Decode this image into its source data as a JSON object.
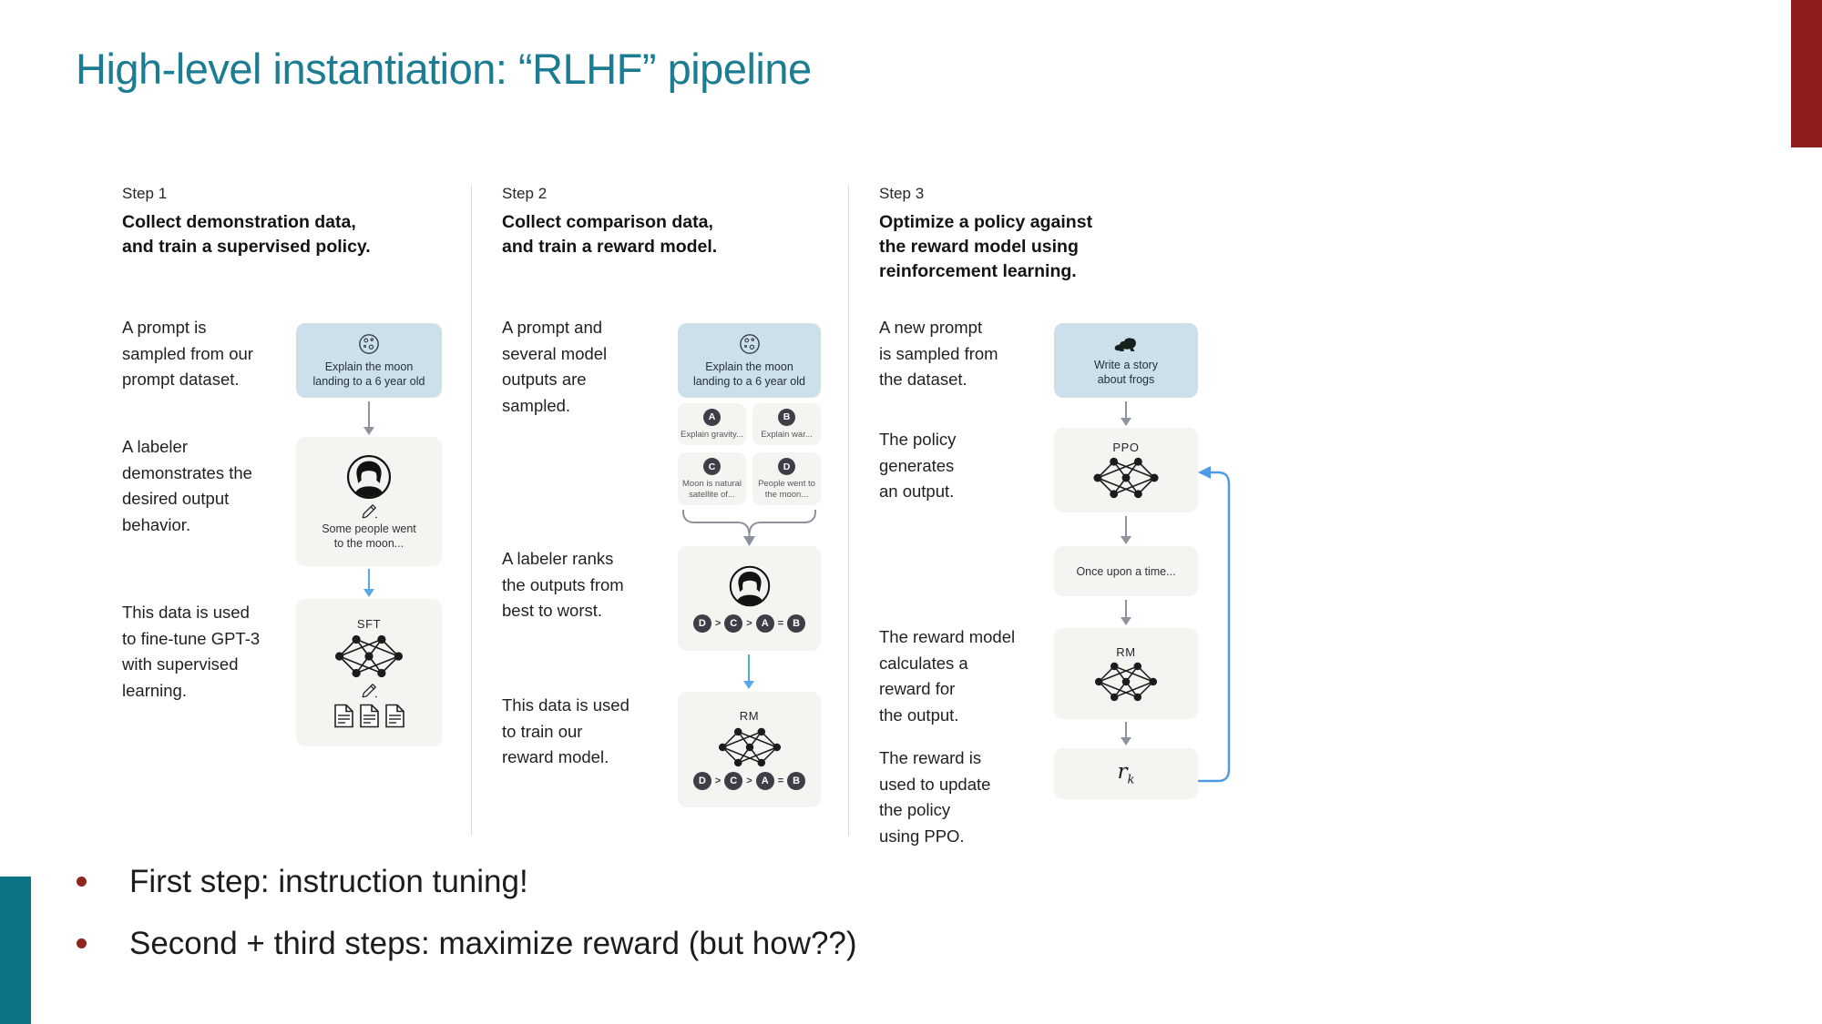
{
  "slide": {
    "title": "High-level instantiation: “RLHF” pipeline",
    "bullets": [
      {
        "text": "First step: instruction tuning!"
      },
      {
        "text": "Second + third steps: maximize reward (but how??)"
      }
    ],
    "accent_teal": "#0b7383",
    "accent_red": "#8f1d1d",
    "title_color": "#1c7d92"
  },
  "figure": {
    "step1": {
      "label": "Step 1",
      "heading": "Collect demonstration data,\nand train a supervised policy.",
      "caption_prompt": "A prompt is\nsampled from our\nprompt dataset.",
      "caption_labeler": "A labeler\ndemonstrates the\ndesired output\nbehavior.",
      "caption_sft": "This data is used\nto fine-tune GPT-3\nwith supervised\nlearning.",
      "prompt_box": "Explain the moon\nlanding to a 6 year old",
      "labeler_output": "Some people went\nto the moon...",
      "sft_label": "SFT"
    },
    "step2": {
      "label": "Step 2",
      "heading": "Collect comparison data,\nand train a reward model.",
      "caption_prompt": "A prompt and\nseveral model\noutputs are\nsampled.",
      "caption_rank": "A labeler ranks\nthe outputs from\nbest to worst.",
      "caption_rm": "This data is used\nto train our\nreward model.",
      "prompt_box": "Explain the moon\nlanding to a 6 year old",
      "answers": [
        {
          "id": "A",
          "text": "Explain gravity..."
        },
        {
          "id": "B",
          "text": "Explain war..."
        },
        {
          "id": "C",
          "text": "Moon is natural\nsatellite of..."
        },
        {
          "id": "D",
          "text": "People went to\nthe moon..."
        }
      ],
      "ranking": {
        "first": "D",
        "sep1": ">",
        "second": "C",
        "sep2": ">",
        "third": "A",
        "sep3": "=",
        "fourth": "B"
      },
      "rm_label": "RM"
    },
    "step3": {
      "label": "Step 3",
      "heading": "Optimize a policy against\nthe reward model using\nreinforcement learning.",
      "caption_prompt": "A new prompt\nis sampled from\nthe dataset.",
      "caption_policy": "The policy\ngenerates\nan output.",
      "caption_reward": "The reward model\ncalculates a\nreward for\nthe output.",
      "caption_update": "The reward is\nused to update\nthe policy\nusing PPO.",
      "prompt_box": "Write a story\nabout frogs",
      "ppo_label": "PPO",
      "output_box": "Once upon a time...",
      "rm_label": "RM",
      "reward_symbol": "r",
      "reward_subscript": "k"
    }
  }
}
